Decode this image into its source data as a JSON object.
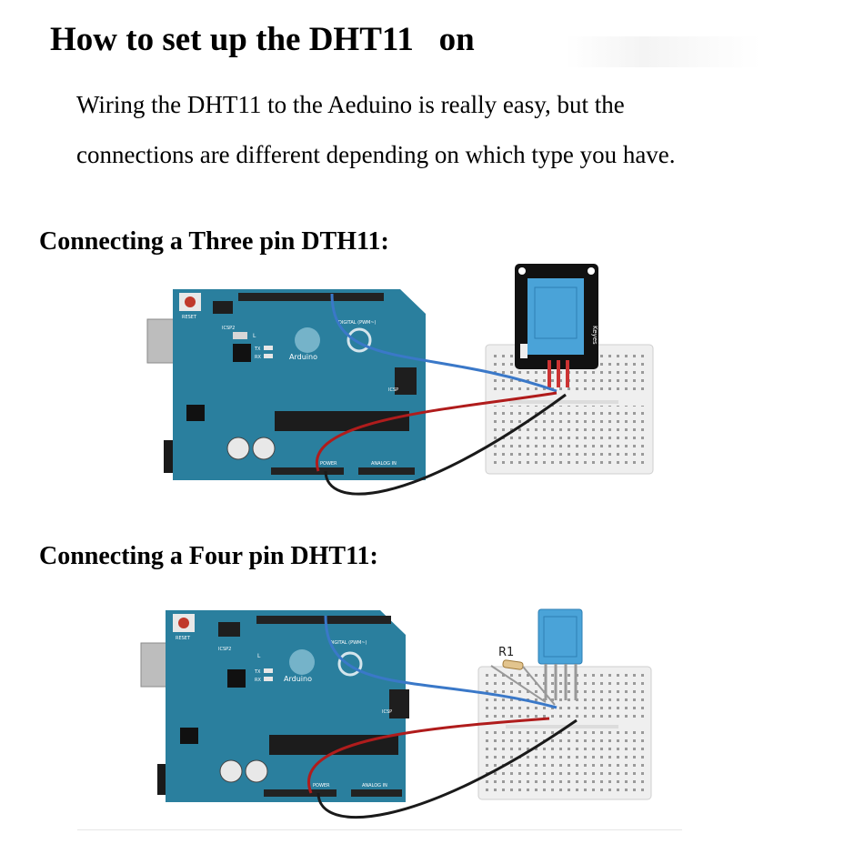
{
  "title": "How to set up the DHT11   on",
  "intro": {
    "line1": "Wiring the DHT11 to the Aeduino is really easy, but the",
    "line2": "connections are different depending on which type you have."
  },
  "sections": [
    {
      "heading": "Connecting a Three pin DTH11:",
      "board": {
        "reset": "RESET",
        "icsp2": "ICSP2",
        "led_l": "L",
        "tx": "TX",
        "rx": "RX",
        "logo": "Arduino",
        "digital": "DIGITAL (PWM~)",
        "power": "POWER",
        "analog": "ANALOG IN",
        "icsp": "ICSP"
      },
      "module_brand": "Keyes"
    },
    {
      "heading": "Connecting a Four pin DHT11:",
      "board": {
        "reset": "RESET",
        "icsp2": "ICSP2",
        "led_l": "L",
        "tx": "TX",
        "rx": "RX",
        "logo": "Arduino",
        "digital": "DIGITAL (PWM~)",
        "power": "POWER",
        "analog": "ANALOG IN",
        "icsp": "ICSP"
      },
      "resistor_label": "R1"
    }
  ],
  "colors": {
    "board": "#2a7f9e",
    "sensor": "#4aa3d8",
    "wire_data": "#3a78c8",
    "wire_power": "#b01c1c",
    "wire_ground": "#1a1a1a",
    "breadboard": "#eeeeee"
  }
}
